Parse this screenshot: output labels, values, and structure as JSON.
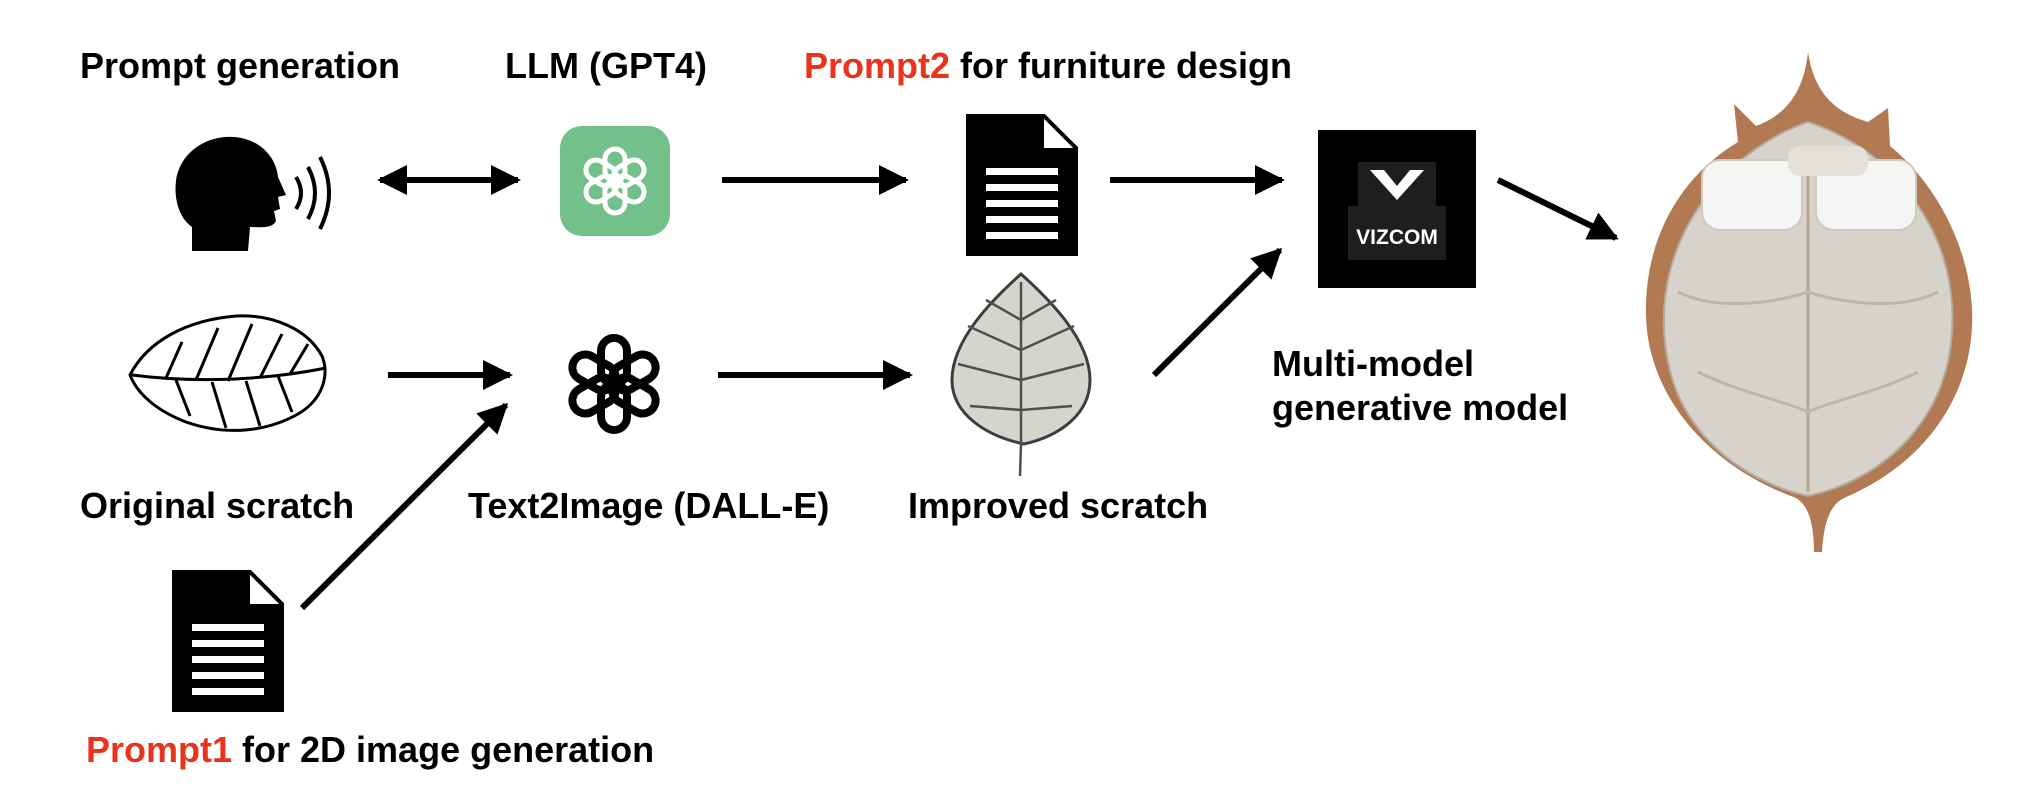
{
  "colors": {
    "accent": "#e8341c",
    "gpt_green": "#74c08a",
    "black": "#000000",
    "bed_wood": "#b27a53",
    "bed_fabric": "#d8d3ca"
  },
  "labels": {
    "prompt_generation": "Prompt generation",
    "llm": "LLM (GPT4)",
    "prompt2_highlight": "Prompt2",
    "prompt2_rest": " for furniture design",
    "original_scratch": "Original scratch",
    "text2image": "Text2Image (DALL-E)",
    "improved_scratch": "Improved scratch",
    "multimodel_line1": "Multi-model",
    "multimodel_line2": "generative model",
    "prompt1_highlight": "Prompt1",
    "prompt1_rest": " for 2D image generation",
    "vizcom_logo_text": "VIZCOM"
  },
  "icons": {
    "speaker": "speaking-head-icon",
    "gpt_green": "openai-logo-green-icon",
    "gpt_black": "openai-logo-black-icon",
    "document_prompt2": "document-icon",
    "document_prompt1": "document-icon",
    "sketch_leaf": "leaf-sketch-icon",
    "improved_leaf": "leaf-drawing-icon",
    "vizcom": "vizcom-logo-icon",
    "bed": "leaf-bed-image"
  }
}
